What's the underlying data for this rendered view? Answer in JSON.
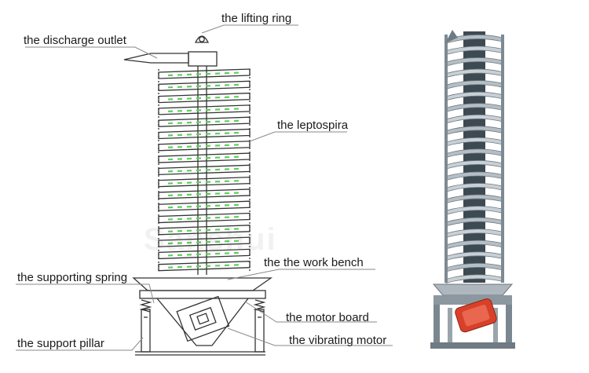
{
  "labels": {
    "lifting_ring": "the lifting ring",
    "discharge_outlet": "the discharge outlet",
    "leptospira": "the leptospira",
    "work_bench": "the  the work bench",
    "supporting_spring": "the supporting spring",
    "motor_board": "the motor board",
    "support_pillar": "the support pillar",
    "vibrating_motor": "the vibrating motor"
  },
  "watermark": "Sanshui",
  "colors": {
    "outline": "#333333",
    "leader_line": "#8a8a8a",
    "flow_marks": "#5ccf5c",
    "photo_frame": "#7d8a93",
    "photo_motor": "#d8402a",
    "background": "#ffffff"
  },
  "spiral_turns_drawing": 17,
  "spiral_turns_photo": 22
}
